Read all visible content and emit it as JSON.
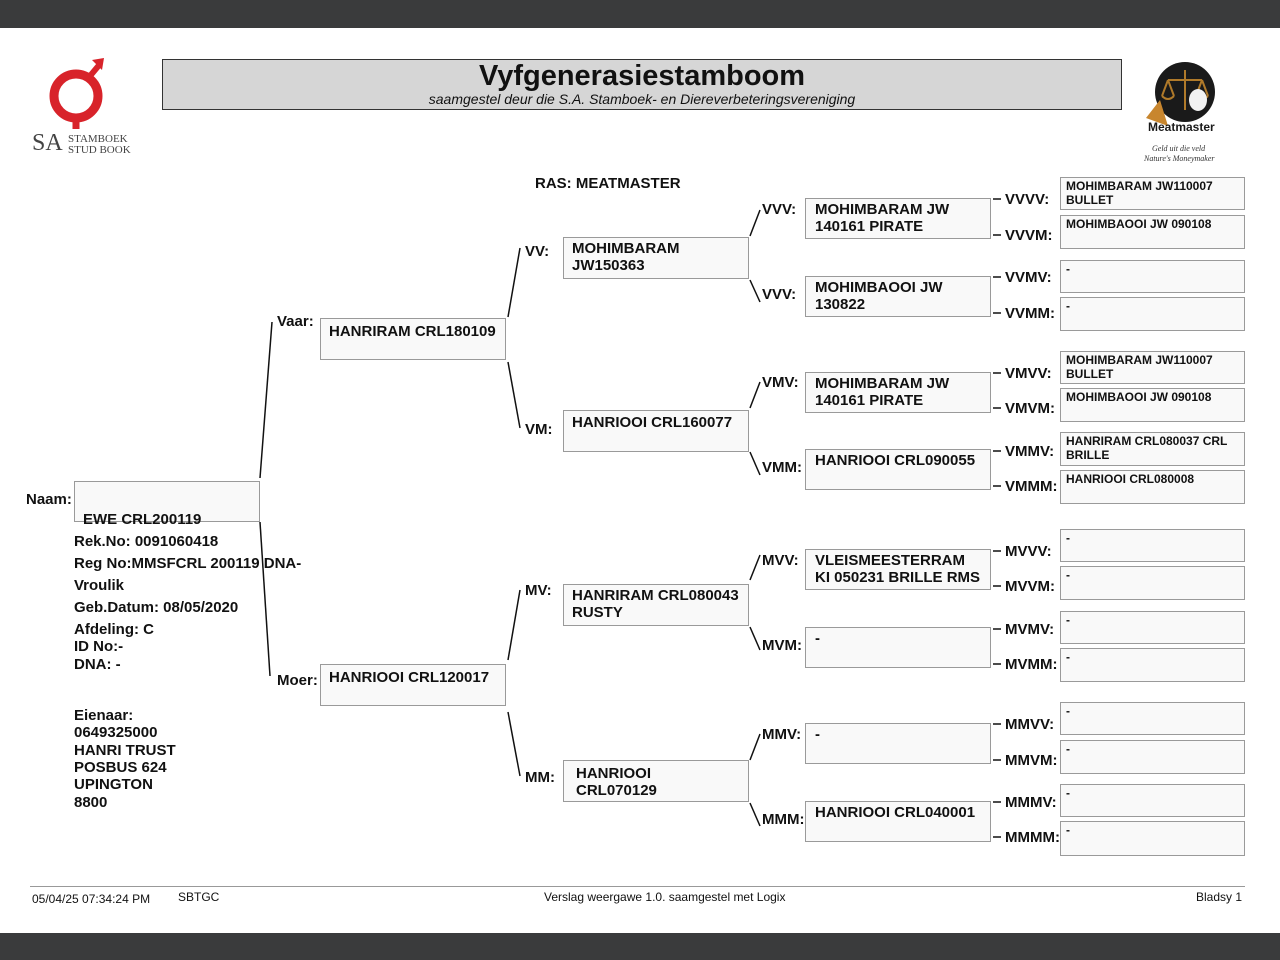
{
  "header": {
    "title": "Vyfgenerasiestamboom",
    "subtitle": "saamgestel deur die S.A. Stamboek- en Diereverbeteringsvereniging",
    "left_logo": {
      "line1": "SA",
      "line2": "STAMBOEK",
      "line3": "STUD BOOK",
      "color": "#d8232a"
    },
    "right_logo": {
      "brand": "Meatmaster",
      "tagline1": "Geld uit die veld",
      "tagline2": "Nature's Moneymaker"
    },
    "breed": "RAS: MEATMASTER"
  },
  "animal": {
    "label": "Naam:",
    "name": "EWE CRL200119",
    "rek_no": "Rek.No: 0091060418",
    "reg_no": "Reg No:MMSFCRL 200119 DNA-",
    "sex": "Vroulik",
    "birth": "Geb.Datum: 08/05/2020",
    "afdeling": "Afdeling: C",
    "id_no": "ID No:-",
    "dna": "DNA: -",
    "owner_label": "Eienaar:",
    "owner_lines": [
      "0649325000",
      "HANRI TRUST",
      "POSBUS 624",
      "UPINGTON",
      "8800"
    ]
  },
  "gen1": [
    {
      "label": "Vaar:",
      "name": "HANRIRAM CRL180109"
    },
    {
      "label": "Moer:",
      "name": "HANRIOOI CRL120017"
    }
  ],
  "gen2": [
    {
      "label": "VV:",
      "name": "MOHIMBARAM\nJW150363"
    },
    {
      "label": "VM:",
      "name": "HANRIOOI CRL160077"
    },
    {
      "label": "MV:",
      "name": "HANRIRAM CRL080043\nRUSTY"
    },
    {
      "label": "MM:",
      "name": "HANRIOOI CRL070129"
    }
  ],
  "gen3": [
    {
      "label": "VVV:",
      "name": "MOHIMBARAM JW\n140161 PIRATE"
    },
    {
      "label": "VVV:",
      "name": "MOHIMBAOOI JW\n130822"
    },
    {
      "label": "VMV:",
      "name": "MOHIMBARAM JW\n140161 PIRATE"
    },
    {
      "label": "VMM:",
      "name": "HANRIOOI CRL090055"
    },
    {
      "label": "MVV:",
      "name": "VLEISMEESTERRAM\nKI  050231 BRILLE RMS"
    },
    {
      "label": "MVM:",
      "name": "-"
    },
    {
      "label": "MMV:",
      "name": "-"
    },
    {
      "label": "MMM:",
      "name": "HANRIOOI CRL040001"
    }
  ],
  "gen4": [
    {
      "label": "VVVV:",
      "name": "MOHIMBARAM JW110007\nBULLET"
    },
    {
      "label": "VVVM:",
      "name": "MOHIMBAOOI JW 090108"
    },
    {
      "label": "VVMV:",
      "name": "-"
    },
    {
      "label": "VVMM:",
      "name": "-"
    },
    {
      "label": "VMVV:",
      "name": "MOHIMBARAM JW110007\nBULLET"
    },
    {
      "label": "VMVM:",
      "name": "MOHIMBAOOI JW 090108"
    },
    {
      "label": "VMMV:",
      "name": "HANRIRAM CRL080037 CRL\nBRILLE"
    },
    {
      "label": "VMMM:",
      "name": "HANRIOOI CRL080008"
    },
    {
      "label": "MVVV:",
      "name": "-"
    },
    {
      "label": "MVVM:",
      "name": "-"
    },
    {
      "label": "MVMV:",
      "name": "-"
    },
    {
      "label": "MVMM:",
      "name": "-"
    },
    {
      "label": "MMVV:",
      "name": "-"
    },
    {
      "label": "MMVM:",
      "name": "-"
    },
    {
      "label": "MMMV:",
      "name": "-"
    },
    {
      "label": "MMMM:",
      "name": "-"
    }
  ],
  "footer": {
    "datetime": "05/04/25 07:34:24 PM",
    "code": "SBTGC",
    "report": "Verslag weergawe 1.0. saamgestel met Logix",
    "page": "Bladsy 1"
  }
}
